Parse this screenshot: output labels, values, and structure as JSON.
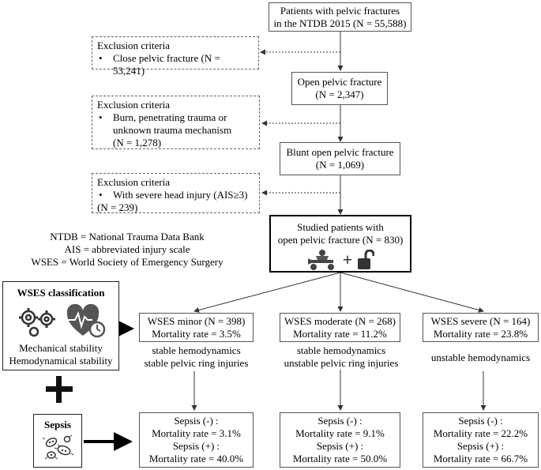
{
  "flow": {
    "start": {
      "line1": "Patients with pelvic fractures",
      "line2": "in the NTDB 2015 (N = 55,588)"
    },
    "open": {
      "line1": "Open pelvic fracture",
      "line2": "(N = 2,347)"
    },
    "blunt": {
      "line1": "Blunt open pelvic fracture",
      "line2": "(N = 1,069)"
    },
    "studied": {
      "line1": "Studied patients with",
      "line2": "open pelvic fracture (N = 830)"
    }
  },
  "exclusions": [
    {
      "title": "Exclusion criteria",
      "bullet": "•",
      "lines": [
        "Close pelvic fracture (N = 53,241)"
      ],
      "extra": ""
    },
    {
      "title": "Exclusion criteria",
      "bullet": "•",
      "lines": [
        "Burn, penetrating trauma or",
        "unknown trauma mechanism"
      ],
      "extra": "(N = 1,278)"
    },
    {
      "title": "Exclusion criteria",
      "bullet": "•",
      "lines": [
        "With severe head injury (AIS≥3)"
      ],
      "extra": "(N = 239)"
    }
  ],
  "legend": [
    "NTDB = National Trauma Data Bank",
    "AIS = abbreviated injury scale",
    "WSES = World Society of Emergency Surgery"
  ],
  "wses_box": {
    "title": "WSES classification",
    "line1": "Mechanical stability",
    "line2": "Hemodynamical stability"
  },
  "plus_symbol": "+",
  "sepsis_box": {
    "title": "Sepsis"
  },
  "groups": [
    {
      "name": "WSES minor (N = 398)",
      "mortality": "Mortality rate = 3.5%",
      "desc": [
        "stable hemodynamics",
        "stable pelvic ring injuries"
      ],
      "sepsis_neg": "Sepsis (-) :",
      "mort_neg": "Mortality rate = 3.1%",
      "sepsis_pos": "Sepsis (+) :",
      "mort_pos": "Mortality rate = 40.0%"
    },
    {
      "name": "WSES moderate (N = 268)",
      "mortality": "Mortality rate = 11.2%",
      "desc": [
        "stable hemodynamics",
        "unstable pelvic ring injuries"
      ],
      "sepsis_neg": "Sepsis (-) :",
      "mort_neg": "Mortality rate = 9.1%",
      "sepsis_pos": "Sepsis (+) :",
      "mort_pos": "Mortality rate = 50.0%"
    },
    {
      "name": "WSES severe (N = 164)",
      "mortality": "Mortality rate = 23.8%",
      "desc": [
        "unstable hemodynamics"
      ],
      "sepsis_neg": "Sepsis (-) :",
      "mort_neg": "Mortality rate = 22.2%",
      "sepsis_pos": "Sepsis (+) :",
      "mort_pos": "Mortality rate = 66.7%"
    }
  ],
  "icons": [
    "ambulance-patient-icon",
    "unlocked-padlock-icon",
    "gears-icon",
    "heart-monitor-icon",
    "bacteria-icon"
  ]
}
